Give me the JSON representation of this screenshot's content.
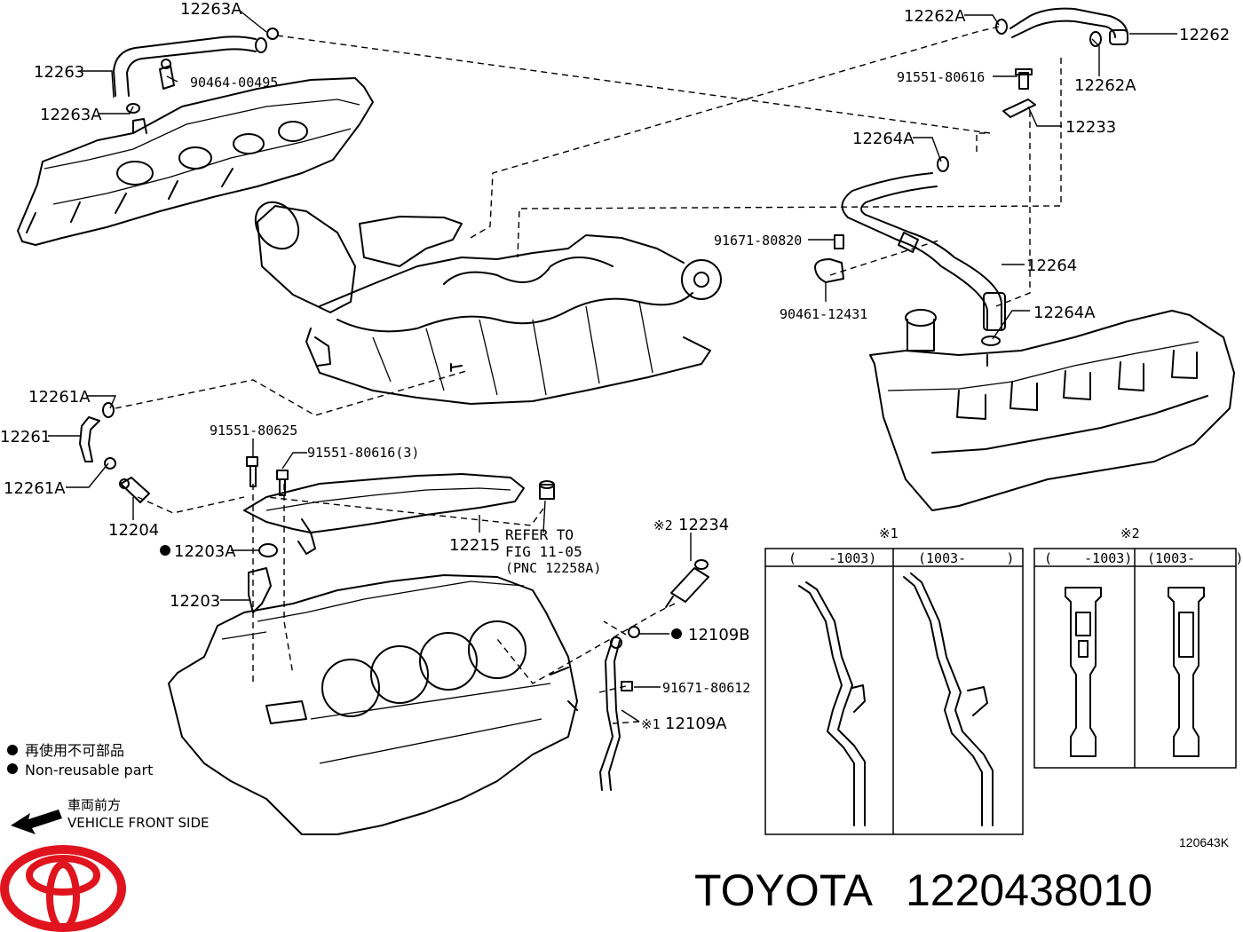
{
  "parts": {
    "p12263A_top": "12263A",
    "p12263": "12263",
    "p90464": "90464-00495",
    "p12263A_bot": "12263A",
    "p12262A_top": "12262A",
    "p12262": "12262",
    "p91551_80616_top": "91551-80616",
    "p12262A_bot": "12262A",
    "p12233": "12233",
    "p12264A_top": "12264A",
    "p91671_80820": "91671-80820",
    "p12264": "12264",
    "p90461": "90461-12431",
    "p12264A_bot": "12264A",
    "p12261A_top": "12261A",
    "p12261": "12261",
    "p12261A_bot": "12261A",
    "p12204": "12204",
    "p91551_80625": "91551-80625",
    "p91551_80616_3": "91551-80616(3)",
    "p12203A": "12203A",
    "p12215": "12215",
    "refer_line1": "REFER TO",
    "refer_line2": "FIG 11-05",
    "refer_line3": "(PNC 12258A)",
    "p12203": "12203",
    "p12234": "12234",
    "p12234_mark": "※2",
    "p12109B": "12109B",
    "p91671_80612": "91671-80612",
    "p12109A": "12109A",
    "p12109A_mark": "※1"
  },
  "legend": {
    "nonreusable_jp": "再使用不可部品",
    "nonreusable_en": "Non-reusable part",
    "front_jp": "車両前方",
    "front_en": "VEHICLE FRONT SIDE"
  },
  "inset1": {
    "mark": "※1",
    "col_left": "(    -1003)",
    "col_right": "(1003-     )"
  },
  "inset2": {
    "mark": "※2",
    "col_left": "(    -1003)",
    "col_right": "(1003-     )"
  },
  "figure_code": "120643K",
  "footer": {
    "brand": "TOYOTA",
    "part_number": "1220438010"
  },
  "colors": {
    "logo": "#e0141e",
    "ink": "#000000"
  },
  "icons": {
    "logo": "toyota-logo-icon",
    "arrow": "front-arrow-icon"
  }
}
